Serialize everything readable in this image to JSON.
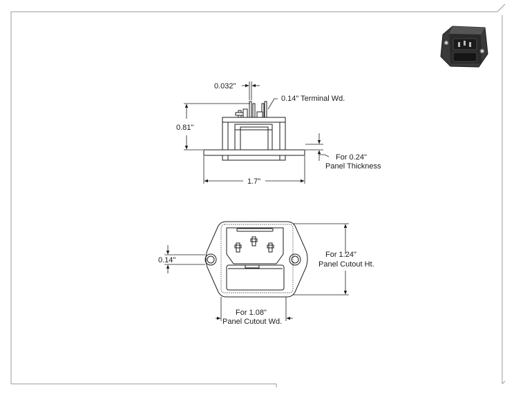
{
  "dimensions": {
    "terminal_gap": "0.032\"",
    "terminal_width": "0.14\" Terminal Wd.",
    "height": "0.81\"",
    "panel_thickness_line1": "For 0.24\"",
    "panel_thickness_line2": "Panel Thickness",
    "width": "1.7\"",
    "hole_offset": "0.14\"",
    "cutout_height_line1": "For 1.24\"",
    "cutout_height_line2": "Panel Cutout Ht.",
    "cutout_width_line1": "For 1.08\"",
    "cutout_width_line2": "Panel Cutout Wd."
  },
  "product_thumbnail": {
    "icon": "power-entry-module-icon"
  },
  "colors": {
    "line": "#1a1a1a",
    "frame": "#999999",
    "thumb_body": "#2e2e2e"
  }
}
